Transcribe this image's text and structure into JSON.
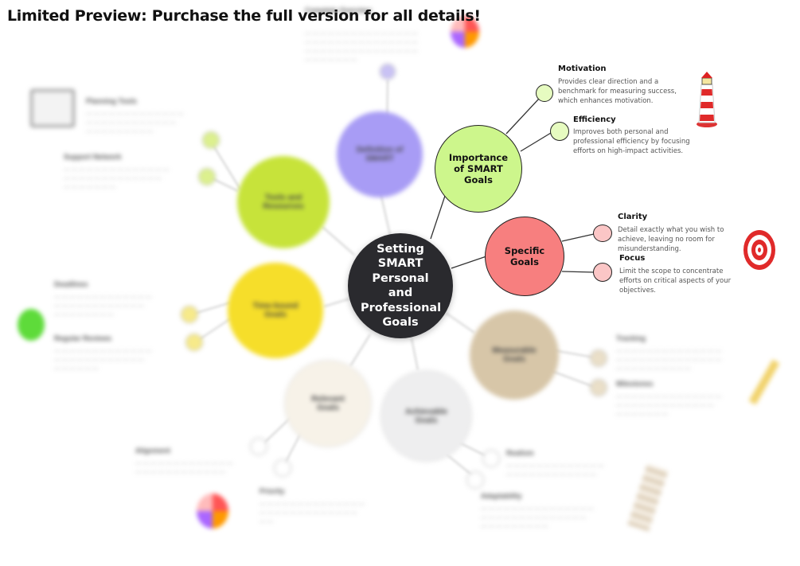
{
  "banner": "Limited Preview: Purchase the full version for all details!",
  "center": "Setting SMART Personal and Professional Goals",
  "importance": {
    "label": "Importance of SMART Goals",
    "motivation_title": "Motivation",
    "motivation_text": "Provides clear direction and a benchmark for measuring success, which enhances motivation.",
    "efficiency_title": "Efficiency",
    "efficiency_text": "Improves both personal and professional efficiency by focusing efforts on high-impact activities."
  },
  "specific": {
    "label": "Specific Goals",
    "clarity_title": "Clarity",
    "clarity_text": "Detail exactly what you wish to achieve, leaving no room for misunderstanding.",
    "focus_title": "Focus",
    "focus_text": "Limit the scope to concentrate efforts on critical aspects of your objectives."
  },
  "blurred": {
    "definition": "Definition of SMART",
    "tools": "Tools and Resources",
    "time": "Time-bound Goals",
    "relevant": "Relevant Goals",
    "achievable": "Achievable Goals",
    "measurable": "Measurable Goals",
    "planning": "Planning Tools",
    "support": "Support Network",
    "deadlines": "Deadlines",
    "regular": "Regular Reviews",
    "alignment": "Alignment",
    "priority": "Priority",
    "realism": "Realism",
    "adaptability": "Adaptability",
    "tracking": "Tracking",
    "milestones": "Milestones",
    "concept": "Complete Overview"
  }
}
